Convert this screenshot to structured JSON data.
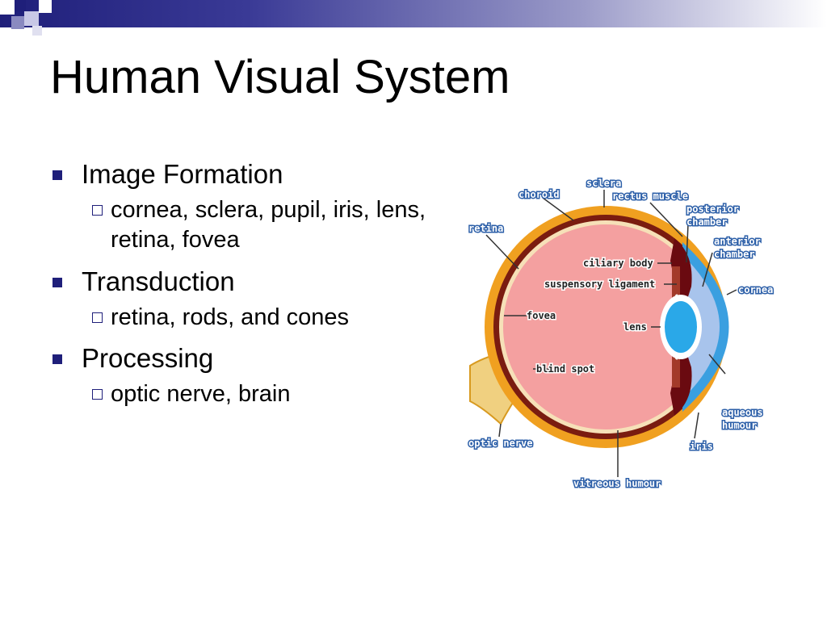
{
  "slide": {
    "title": "Human Visual System",
    "bullets": [
      {
        "label": "Image Formation",
        "sub": [
          "cornea, sclera, pupil, iris, lens, retina, fovea"
        ]
      },
      {
        "label": "Transduction",
        "sub": [
          "retina, rods, and cones"
        ]
      },
      {
        "label": "Processing",
        "sub": [
          "optic nerve, brain"
        ]
      }
    ]
  },
  "diagram": {
    "labels": {
      "sclera": "sclera",
      "choroid": "choroid",
      "rectus_muscle": "rectus muscle",
      "posterior_chamber_1": "posterior",
      "posterior_chamber_2": "chamber",
      "anterior_chamber_1": "anterior",
      "anterior_chamber_2": "chamber",
      "retina": "retina",
      "ciliary_body": "ciliary body",
      "suspensory_ligament": "suspensory ligament",
      "cornea": "cornea",
      "fovea": "fovea",
      "lens": "lens",
      "blind_spot": "blind spot",
      "aqueous_humour_1": "aqueous",
      "aqueous_humour_2": "humour",
      "optic_nerve": "optic nerve",
      "iris": "iris",
      "vitreous_humour": "vitreous humour"
    },
    "colors": {
      "sclera": "#f0a020",
      "choroid": "#7a1c10",
      "vitreous": "#f4a0a0",
      "cornea": "#3a9fe0",
      "aqueous": "#a8c4ec",
      "lens": "#2aa8e8",
      "iris": "#6a0a10",
      "optic_nerve": "#f0d080",
      "label_outline": "#2c5fa8"
    }
  }
}
